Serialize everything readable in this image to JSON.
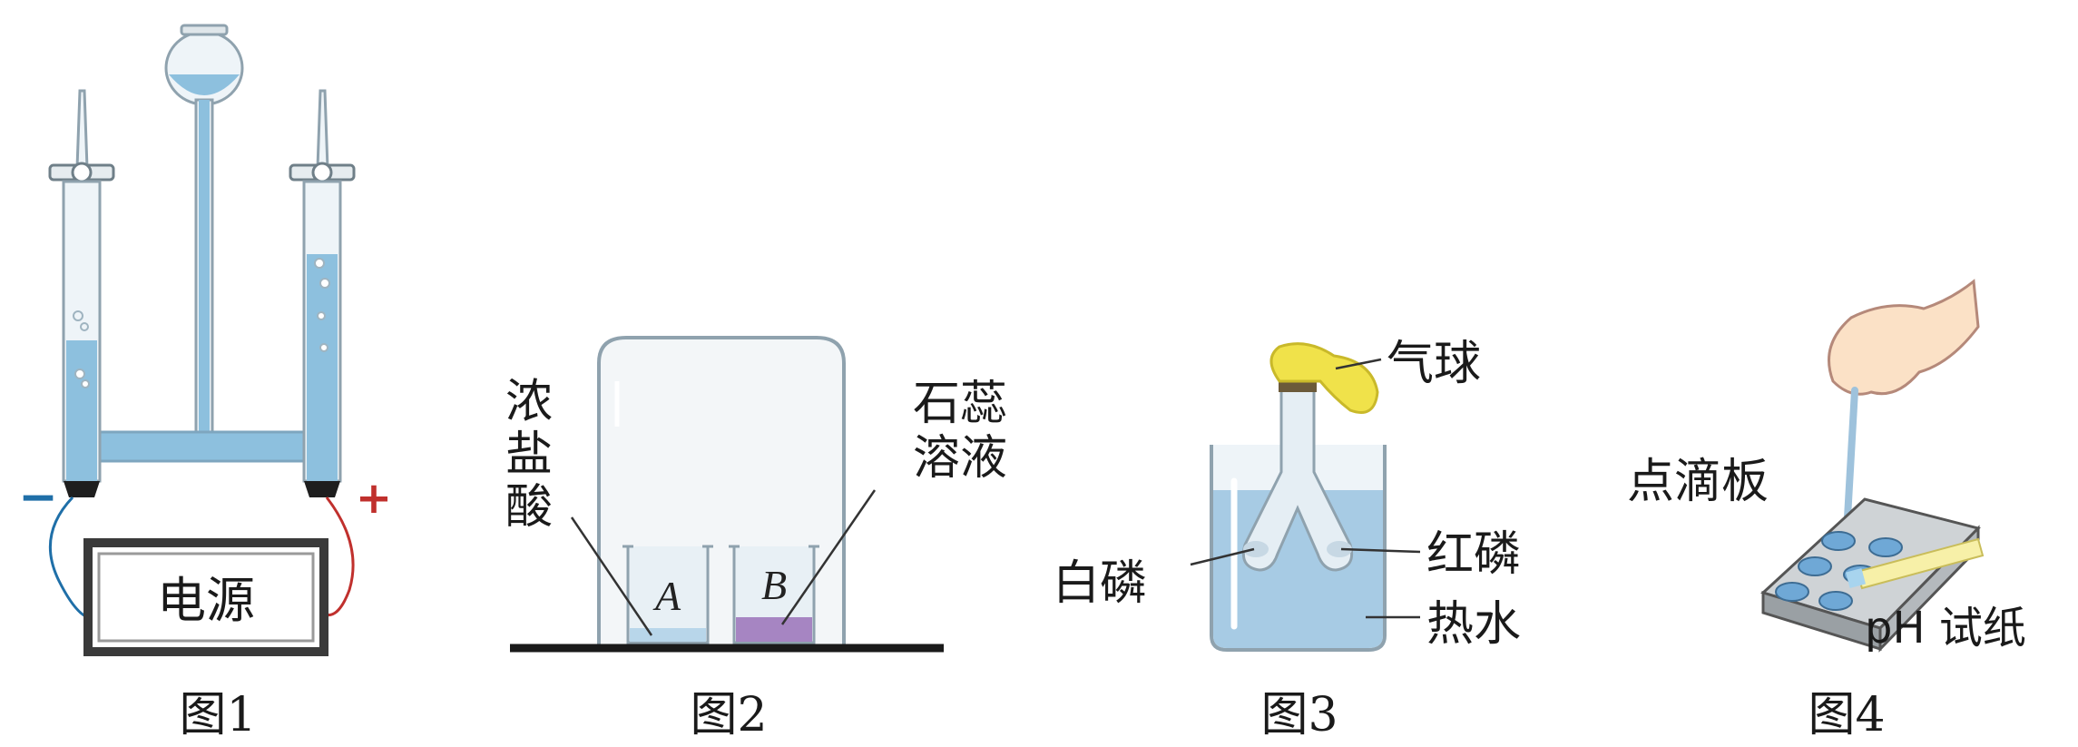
{
  "figure1": {
    "caption": "图1",
    "power_label": "电源",
    "minus": "−",
    "plus": "+",
    "colors": {
      "water": "#8dc0de",
      "minus": "#1f6fa8",
      "plus": "#c0302d"
    }
  },
  "figure2": {
    "caption": "图2",
    "label_left": [
      "浓",
      "盐",
      "酸"
    ],
    "label_right": [
      "石蕊",
      "溶液"
    ],
    "beaker_a": "A",
    "beaker_b": "B",
    "colors": {
      "solution_b": "#a685c2",
      "solution_a": "#b8d6ea"
    }
  },
  "figure3": {
    "caption": "图3",
    "balloon": "气球",
    "white_p": "白磷",
    "red_p": "红磷",
    "hot_water": "热水",
    "colors": {
      "balloon": "#f0e24a",
      "water": "#a7cbe4"
    }
  },
  "figure4": {
    "caption": "图4",
    "plate_label": "点滴板",
    "paper_label": "pH 试纸",
    "colors": {
      "plate": "#cfd3d6",
      "paper": "#f7f0a8",
      "well_liquid": "#6fa8d6"
    }
  }
}
